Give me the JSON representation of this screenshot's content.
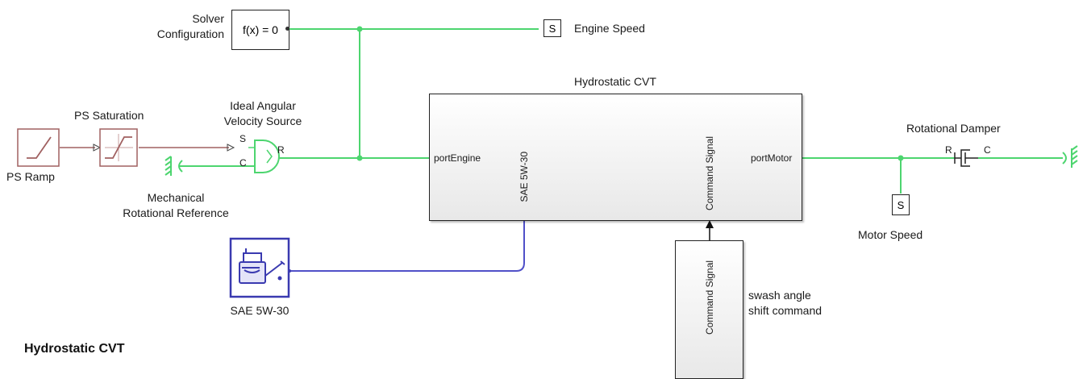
{
  "model_title": "Hydrostatic CVT",
  "colors": {
    "mechanical_wire": "#4dd56f",
    "hydraulic_wire": "#5050c8",
    "ps_signal": "#a06060",
    "fluid_block": "#3a3ab0"
  },
  "blocks": {
    "solver": {
      "label": "Solver\nConfiguration",
      "text": "f(x) = 0"
    },
    "engine_speed": {
      "glyph": "S",
      "label": "Engine Speed"
    },
    "ps_ramp": {
      "label": "PS Ramp"
    },
    "ps_saturation": {
      "label": "PS Saturation"
    },
    "velocity_source": {
      "label": "Ideal Angular\nVelocity Source",
      "port_s": "S",
      "port_r": "R",
      "port_c": "C"
    },
    "mech_reference": {
      "label": "Mechanical\nRotational Reference"
    },
    "cvt": {
      "title": "Hydrostatic CVT",
      "port_engine": "portEngine",
      "port_fluid": "SAE 5W-30",
      "port_command": "Command Signal",
      "port_motor": "portMotor"
    },
    "damper": {
      "label": "Rotational Damper",
      "port_r": "R",
      "port_c": "C"
    },
    "motor_speed": {
      "glyph": "S",
      "label": "Motor Speed"
    },
    "fluid": {
      "label": "SAE 5W-30"
    },
    "command": {
      "port_label": "Command Signal",
      "label": "swash angle\nshift command"
    }
  }
}
